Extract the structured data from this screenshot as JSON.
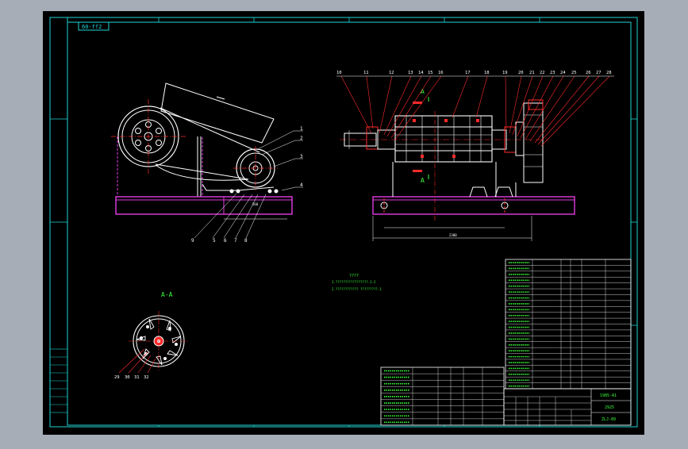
{
  "colors": {
    "viewport_bg": "#a6adb6",
    "sheet_bg": "#000000",
    "frame": "#1fd3d3",
    "part": "#ffffff",
    "leader": "#ff2a2a",
    "base": "#e23be2",
    "text_green": "#3cff3c",
    "dim": "#ffffff"
  },
  "drawing": {
    "code_tag": "60-ff2",
    "section_label": "A-A",
    "section_mark": "A",
    "front_callouts": [
      "1",
      "2",
      "3",
      "4",
      "5",
      "6",
      "7",
      "8",
      "9"
    ],
    "top_callouts": [
      "10",
      "11",
      "12",
      "13",
      "14",
      "15",
      "16",
      "17",
      "18",
      "19",
      "20",
      "21",
      "22",
      "23",
      "24",
      "25",
      "26",
      "27",
      "28"
    ],
    "section_callouts": [
      "29",
      "30",
      "31",
      "32"
    ],
    "notes": {
      "title": "????",
      "line1": "1.?????????????????.1-2",
      "line2": "2.???????????? ?????????.1"
    }
  },
  "title_block": {
    "name": "1985-A1",
    "code2": "2925",
    "drawing_no": "ZLJ-89"
  }
}
